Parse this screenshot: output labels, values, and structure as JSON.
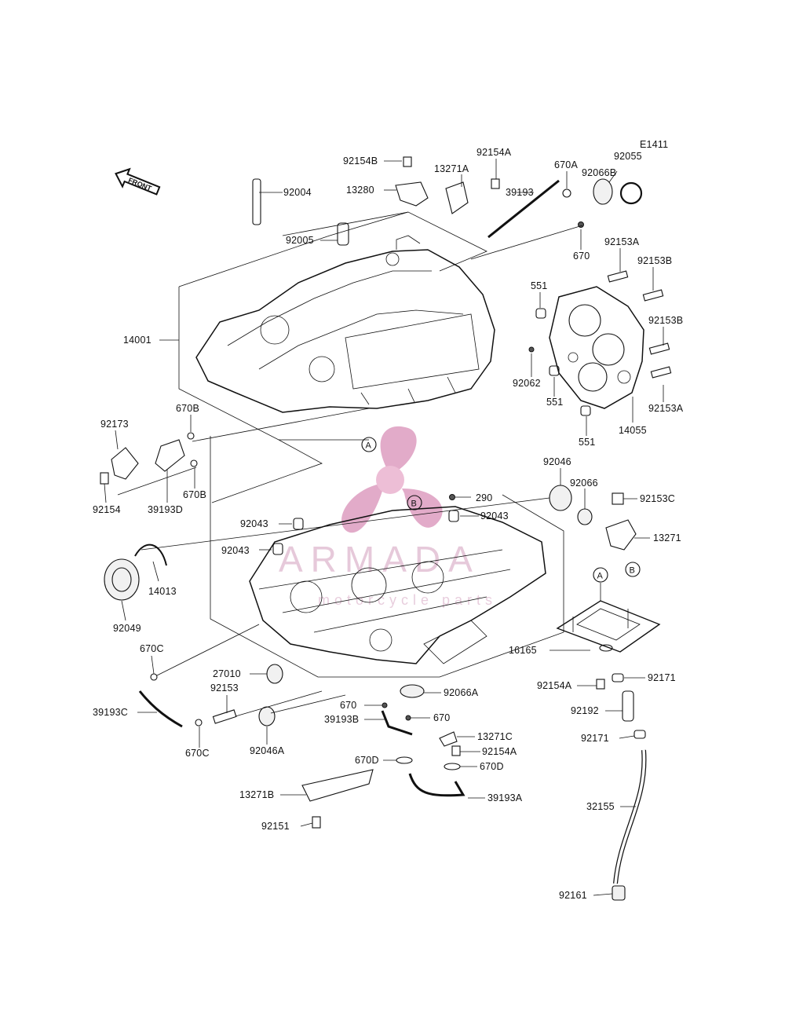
{
  "diagram": {
    "figure_code": "E1411",
    "front_arrow": "FRONT",
    "watermark": {
      "brand": "ARMADA",
      "tagline": "motorcycle parts",
      "color": "#d98fb7"
    },
    "ref_markers": {
      "a": "A",
      "b": "B"
    },
    "labels": {
      "l92154B": "92154B",
      "l13280": "13280",
      "l13271A": "13271A",
      "l92154A_top": "92154A",
      "l670A": "670A",
      "l92055": "92055",
      "l92066B": "92066B",
      "l39193": "39193",
      "l92004": "92004",
      "l92005": "92005",
      "l670_top": "670",
      "l92153A_1": "92153A",
      "l92153B_1": "92153B",
      "l551_1": "551",
      "l92153B_2": "92153B",
      "l92062": "92062",
      "l551_2": "551",
      "l92153A_2": "92153A",
      "l14055": "14055",
      "l551_3": "551",
      "l14001": "14001",
      "l92173": "92173",
      "l670B_1": "670B",
      "l92154": "92154",
      "l39193D": "39193D",
      "l670B_2": "670B",
      "l92046": "92046",
      "l92066": "92066",
      "l92153C": "92153C",
      "l290": "290",
      "l92043_1": "92043",
      "l92043_2": "92043",
      "l92043_3": "92043",
      "l13271": "13271",
      "l14013": "14013",
      "l92049": "92049",
      "l670C_1": "670C",
      "l27010": "27010",
      "l92153": "92153",
      "l39193C": "39193C",
      "l670C_2": "670C",
      "l92046A": "92046A",
      "l670_mid": "670",
      "l39193B": "39193B",
      "l670_mid2": "670",
      "l92066A": "92066A",
      "l13271C": "13271C",
      "l92154A_mid": "92154A",
      "l670D_1": "670D",
      "l670D_2": "670D",
      "l39193A": "39193A",
      "l13271B": "13271B",
      "l92151": "92151",
      "l16165": "16165",
      "l92154A_low": "92154A",
      "l92171_1": "92171",
      "l92192": "92192",
      "l92171_2": "92171",
      "l32155": "32155",
      "l92161": "92161"
    }
  }
}
